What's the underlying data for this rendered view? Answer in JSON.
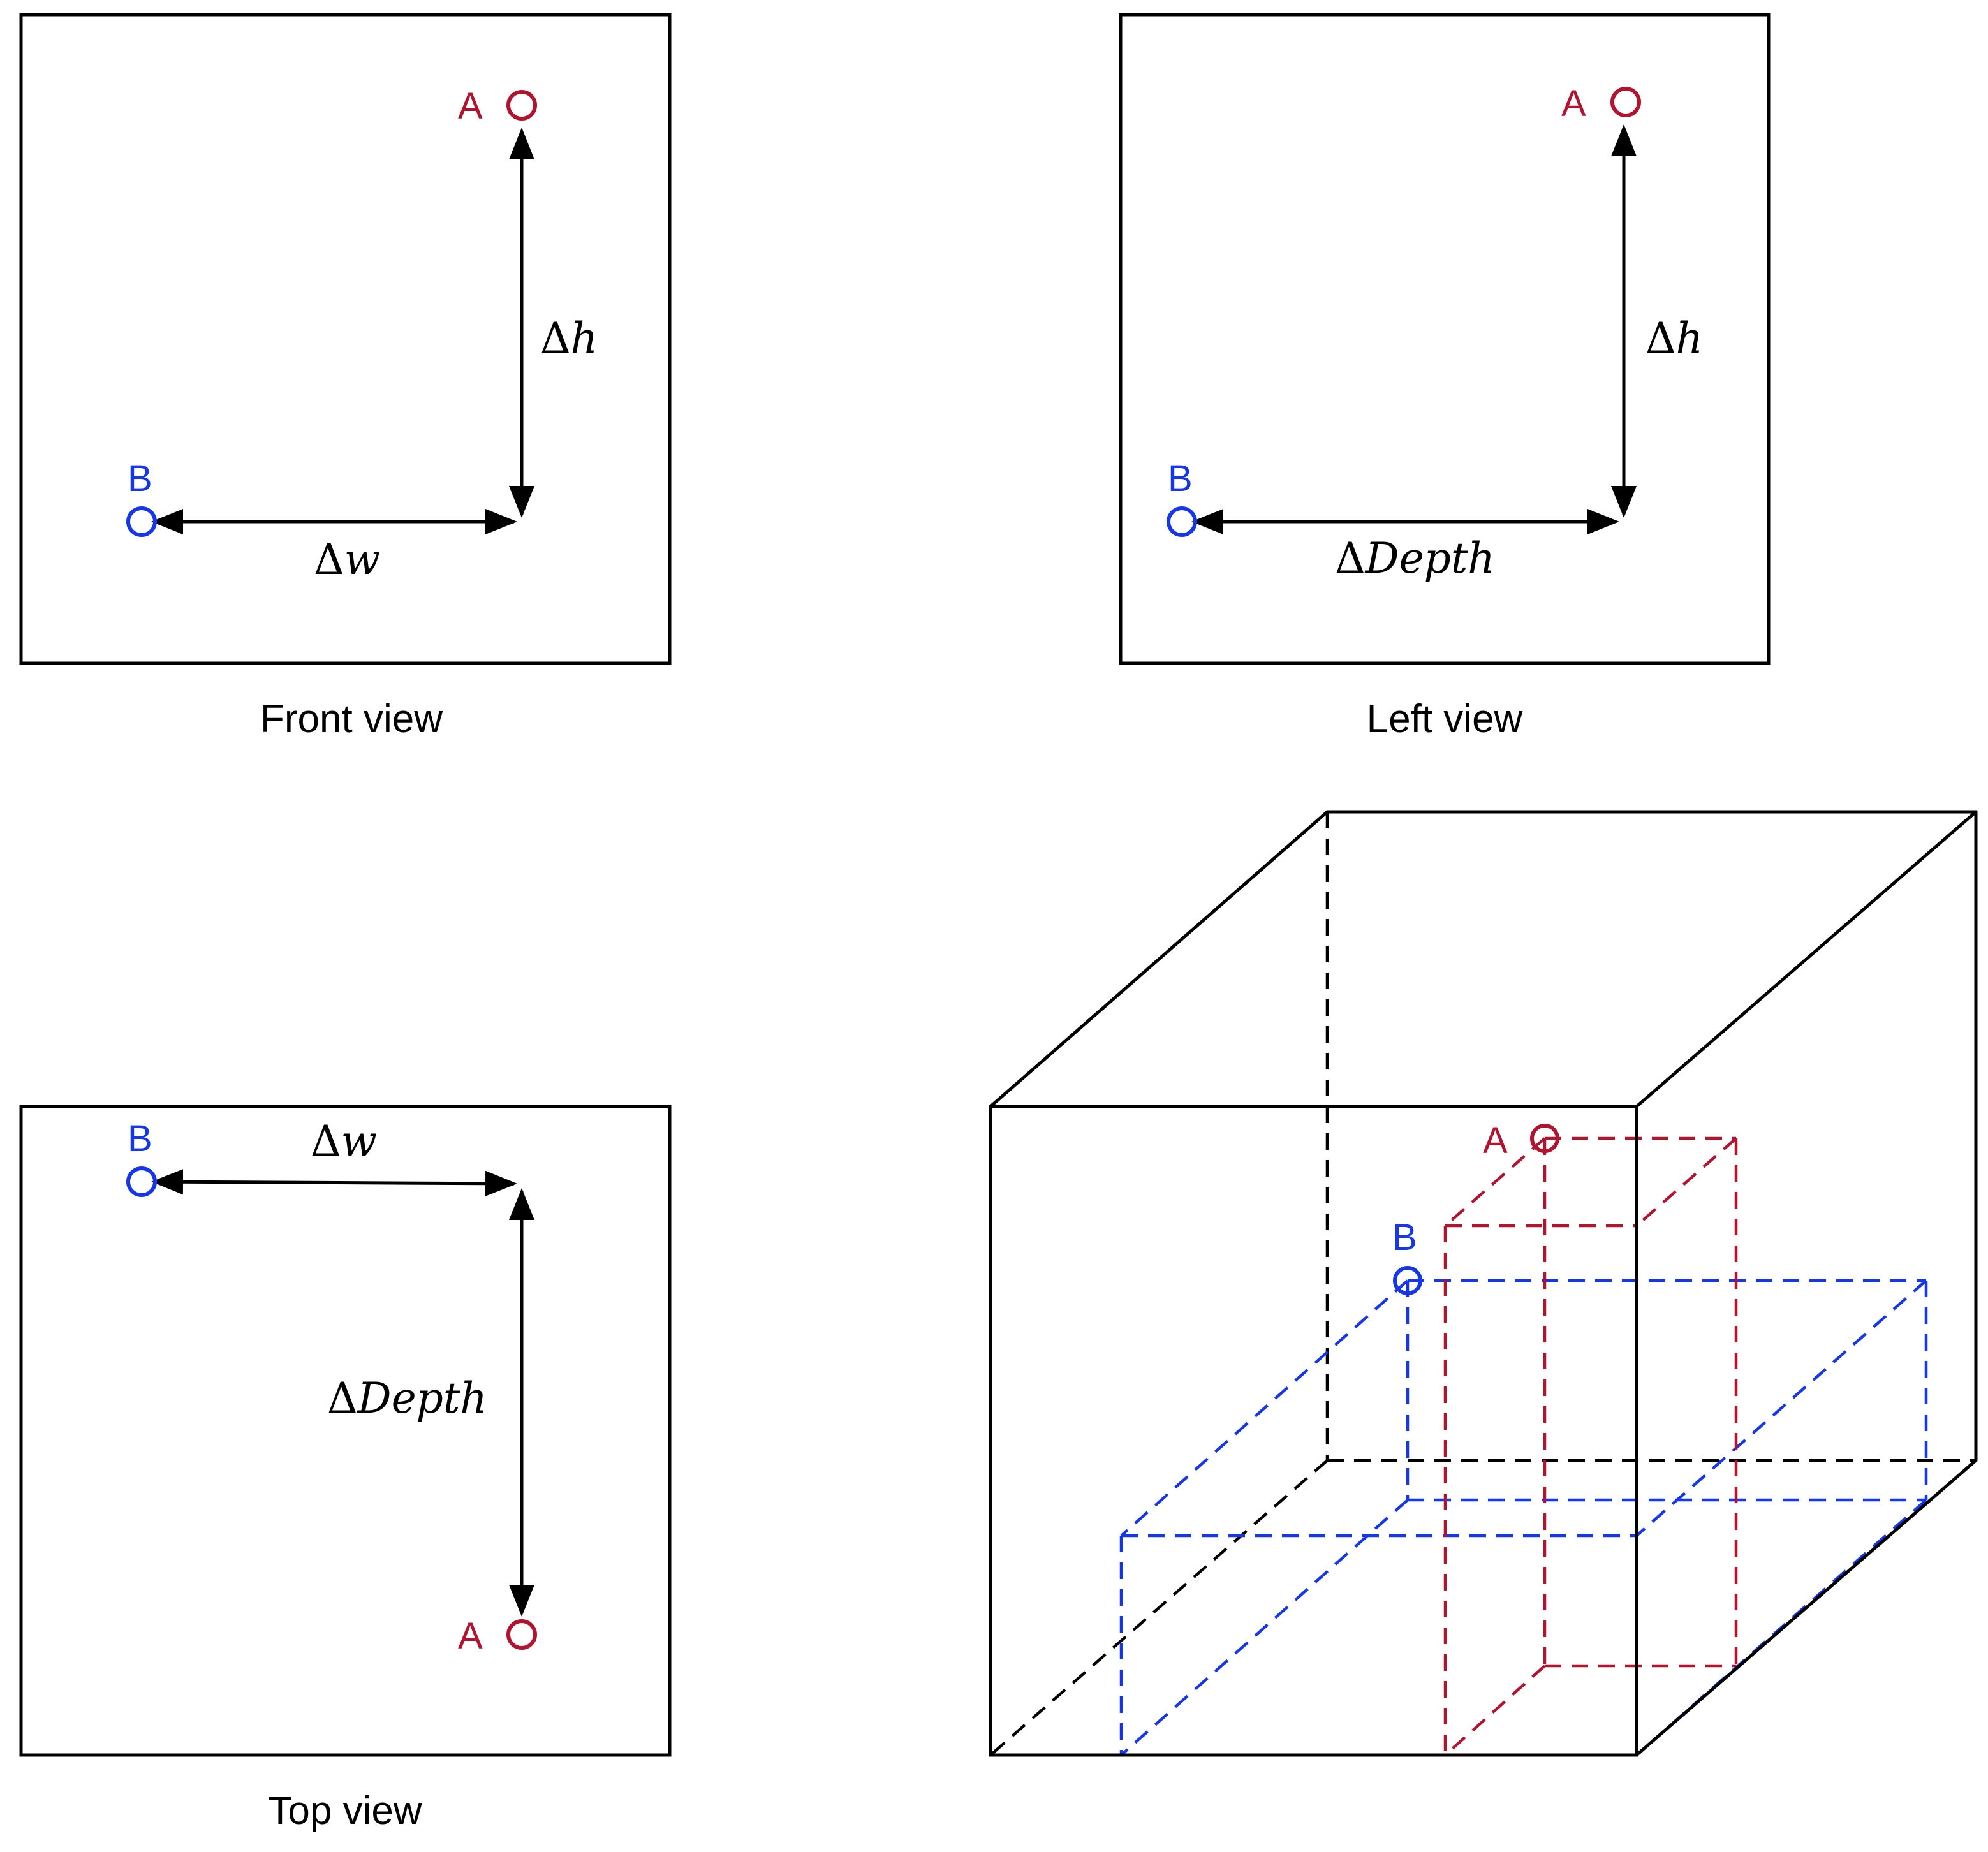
{
  "colors": {
    "point_a": "#b0142f",
    "point_b": "#1537e8",
    "line": "#000000",
    "background": "#ffffff"
  },
  "points": {
    "a_label": "A",
    "b_label": "B"
  },
  "views": {
    "front": {
      "caption": "Front view",
      "vertical_delta": {
        "symbol": "Δ",
        "var": "h"
      },
      "horizontal_delta": {
        "symbol": "Δ",
        "var": "w"
      }
    },
    "left": {
      "caption": "Left view",
      "vertical_delta": {
        "symbol": "Δ",
        "var": "h"
      },
      "horizontal_delta": {
        "symbol": "Δ",
        "var": "Depth"
      }
    },
    "top": {
      "caption": "Top view",
      "vertical_delta": {
        "symbol": "Δ",
        "var": "Depth"
      },
      "horizontal_delta": {
        "symbol": "Δ",
        "var": "w"
      }
    }
  }
}
